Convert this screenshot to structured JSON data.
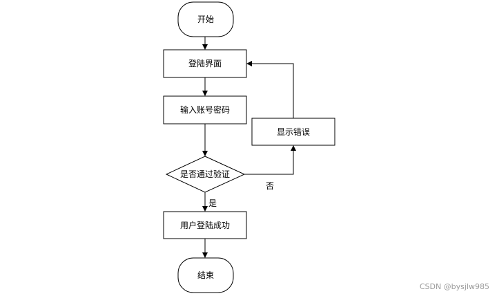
{
  "diagram": {
    "nodes": {
      "start": {
        "label": "开始"
      },
      "login_page": {
        "label": "登陆界面"
      },
      "input_credentials": {
        "label": "输入账号密码"
      },
      "verify_decision": {
        "label": "是否通过验证"
      },
      "show_error": {
        "label": "显示错误"
      },
      "login_success": {
        "label": "用户登陆成功"
      },
      "end": {
        "label": "结束"
      }
    },
    "edge_labels": {
      "yes": "是",
      "no": "否"
    }
  },
  "watermark": "CSDN @bysjlw985"
}
